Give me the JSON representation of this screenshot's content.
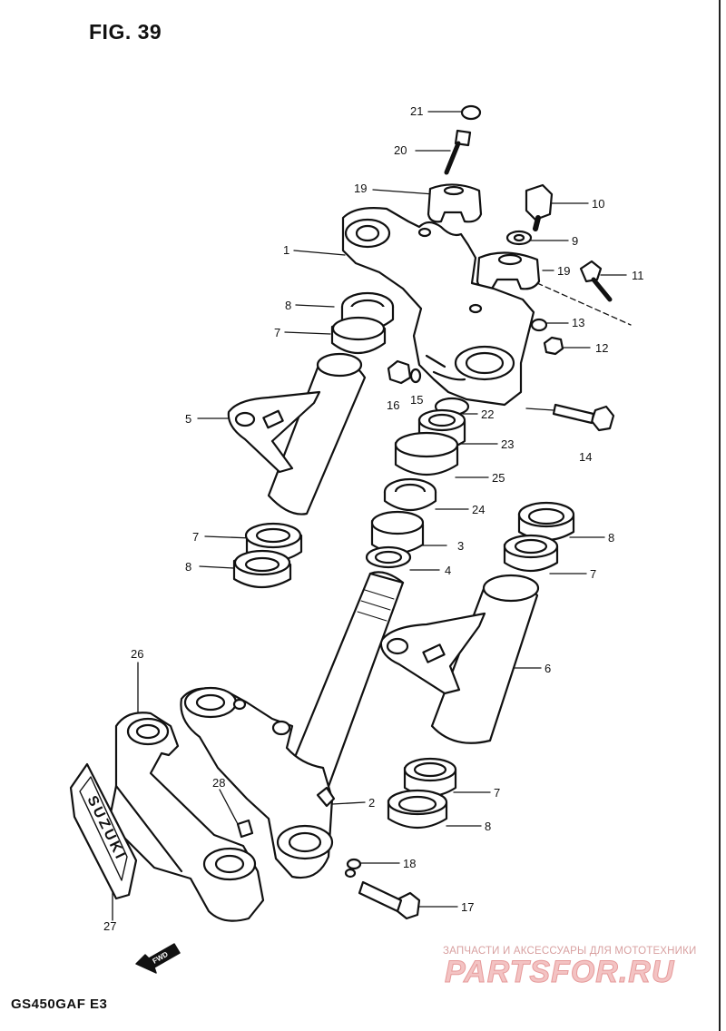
{
  "figure_title": "FIG. 39",
  "model_code": "GS450GAF  E3",
  "fwd_label": "FWD",
  "nameplate_text": "SUZUKI",
  "callouts": [
    {
      "id": "c21",
      "label": "21"
    },
    {
      "id": "c20",
      "label": "20"
    },
    {
      "id": "c19a",
      "label": "19"
    },
    {
      "id": "c10",
      "label": "10"
    },
    {
      "id": "c9",
      "label": "9"
    },
    {
      "id": "c1",
      "label": "1"
    },
    {
      "id": "c19b",
      "label": "19"
    },
    {
      "id": "c11",
      "label": "11"
    },
    {
      "id": "c8a",
      "label": "8"
    },
    {
      "id": "c7a",
      "label": "7"
    },
    {
      "id": "c13",
      "label": "13"
    },
    {
      "id": "c12",
      "label": "12"
    },
    {
      "id": "c16",
      "label": "16"
    },
    {
      "id": "c15",
      "label": "15"
    },
    {
      "id": "c5",
      "label": "5"
    },
    {
      "id": "c22",
      "label": "22"
    },
    {
      "id": "c14",
      "label": "14"
    },
    {
      "id": "c23",
      "label": "23"
    },
    {
      "id": "c25",
      "label": "25"
    },
    {
      "id": "c24",
      "label": "24"
    },
    {
      "id": "c7b",
      "label": "7"
    },
    {
      "id": "c8b",
      "label": "8"
    },
    {
      "id": "c8c",
      "label": "8"
    },
    {
      "id": "c3",
      "label": "3"
    },
    {
      "id": "c7c",
      "label": "7"
    },
    {
      "id": "c4",
      "label": "4"
    },
    {
      "id": "c26",
      "label": "26"
    },
    {
      "id": "c6",
      "label": "6"
    },
    {
      "id": "c28",
      "label": "28"
    },
    {
      "id": "c2",
      "label": "2"
    },
    {
      "id": "c7d",
      "label": "7"
    },
    {
      "id": "c8d",
      "label": "8"
    },
    {
      "id": "c18",
      "label": "18"
    },
    {
      "id": "c17",
      "label": "17"
    },
    {
      "id": "c27",
      "label": "27"
    }
  ],
  "watermark": {
    "tagline": "ЗАПЧАСТИ И АКСЕССУАРЫ ДЛЯ МОТОТЕХНИКИ",
    "logo": "PARTSFOR.RU"
  }
}
